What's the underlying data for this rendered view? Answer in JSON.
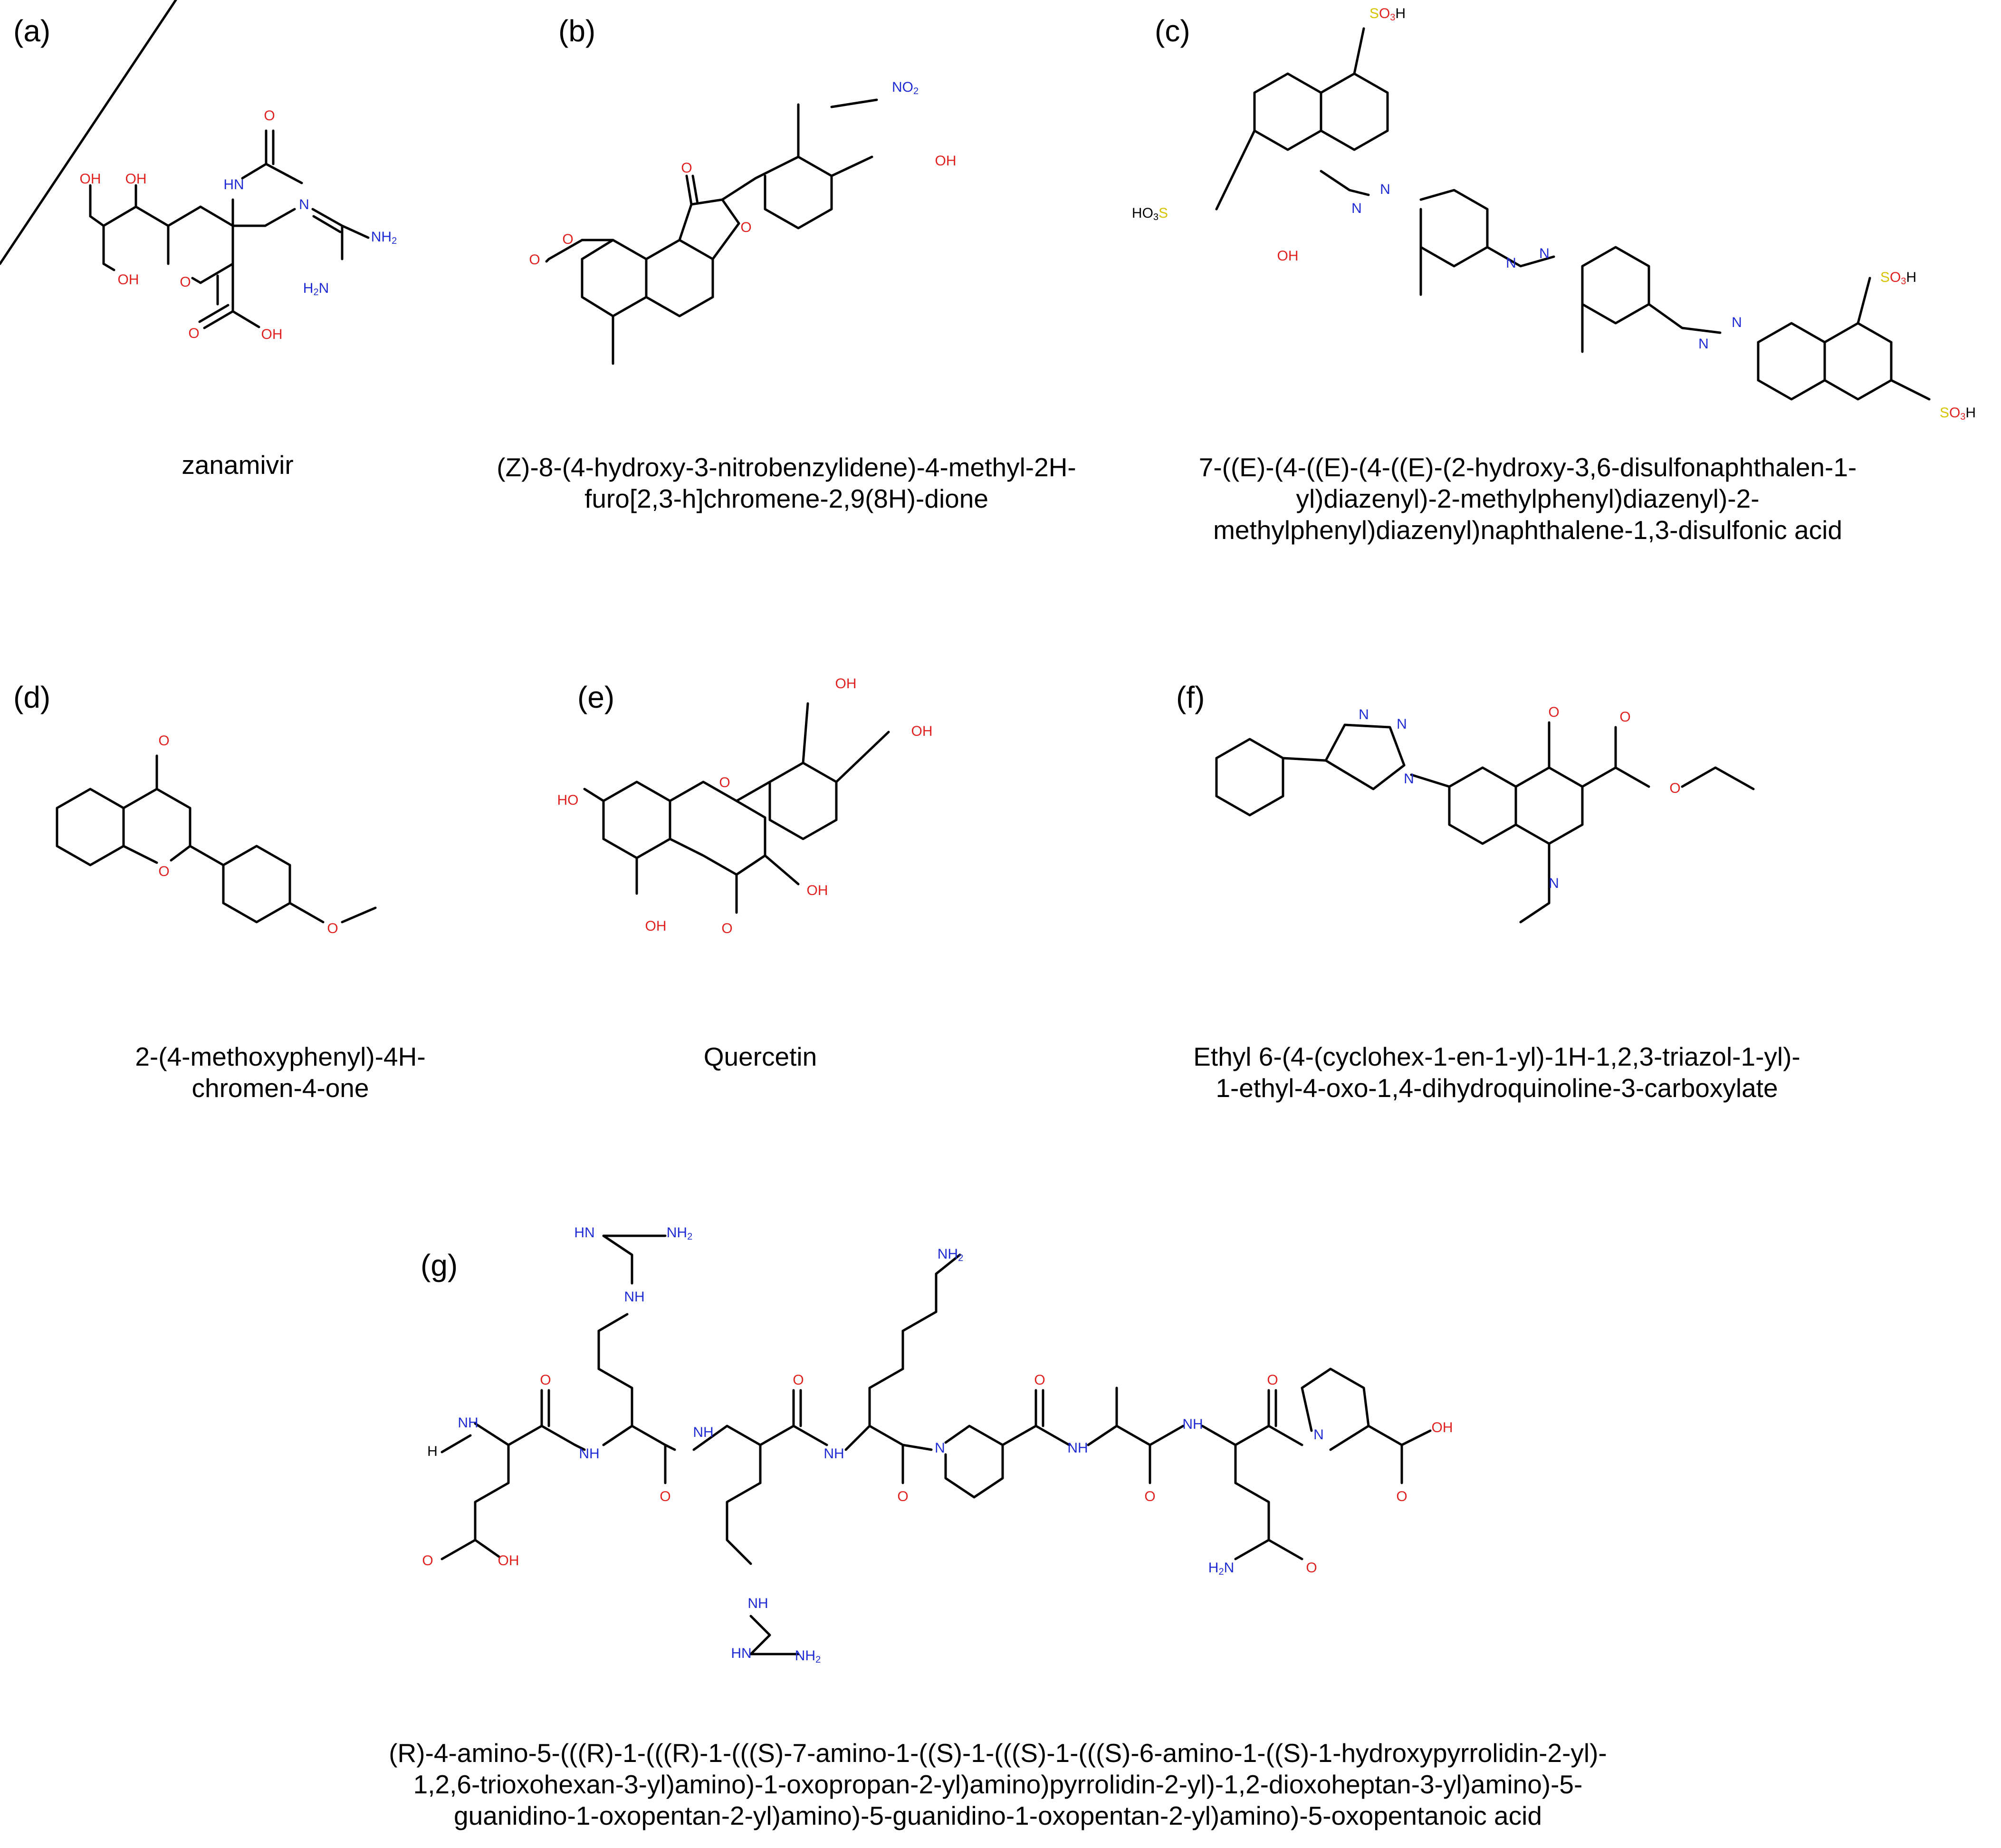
{
  "colors": {
    "oxygen": "#e0201f",
    "nitrogen": "#1e2ad2",
    "sulfur": "#d6c400",
    "bond": "#000000"
  },
  "panels": {
    "a": {
      "label": "(a)",
      "caption": "zanamivir"
    },
    "b": {
      "label": "(b)",
      "caption": "(Z)-8-(4-hydroxy-3-nitrobenzylidene)-4-methyl-2H-\nfuro[2,3-h]chromene-2,9(8H)-dione"
    },
    "c": {
      "label": "(c)",
      "caption": "7-((E)-(4-((E)-(4-((E)-(2-hydroxy-3,6-disulfonaphthalen-1-\nyl)diazenyl)-2-methylphenyl)diazenyl)-2-\nmethylphenyl)diazenyl)naphthalene-1,3-disulfonic acid"
    },
    "d": {
      "label": "(d)",
      "caption": "2-(4-methoxyphenyl)-4H-\nchromen-4-one"
    },
    "e": {
      "label": "(e)",
      "caption": "Quercetin"
    },
    "f": {
      "label": "(f)",
      "caption": "Ethyl 6-(4-(cyclohex-1-en-1-yl)-1H-1,2,3-triazol-1-yl)-\n1-ethyl-4-oxo-1,4-dihydroquinoline-3-carboxylate"
    },
    "g": {
      "label": "(g)",
      "caption": "(R)-4-amino-5-(((R)-1-(((R)-1-(((S)-7-amino-1-((S)-1-(((S)-1-(((S)-6-amino-1-((S)-1-hydroxypyrrolidin-2-yl)-\n1,2,6-trioxohexan-3-yl)amino)-1-oxopropan-2-yl)amino)pyrrolidin-2-yl)-1,2-dioxoheptan-3-yl)amino)-5-\nguanidino-1-oxopentan-2-yl)amino)-5-guanidino-1-oxopentan-2-yl)amino)-5-oxopentanoic acid"
    }
  },
  "atoms": {
    "OH": "OH",
    "O": "O",
    "N": "N",
    "NH": "NH",
    "HN": "HN",
    "NH2": "NH",
    "H2N": "H",
    "H": "H",
    "NO2": "NO",
    "SO3H": "SO",
    "HO3S": "HO",
    "HO": "HO",
    "sub2": "2",
    "sub3": "3",
    "Hs": "H",
    "Ss": "S"
  }
}
